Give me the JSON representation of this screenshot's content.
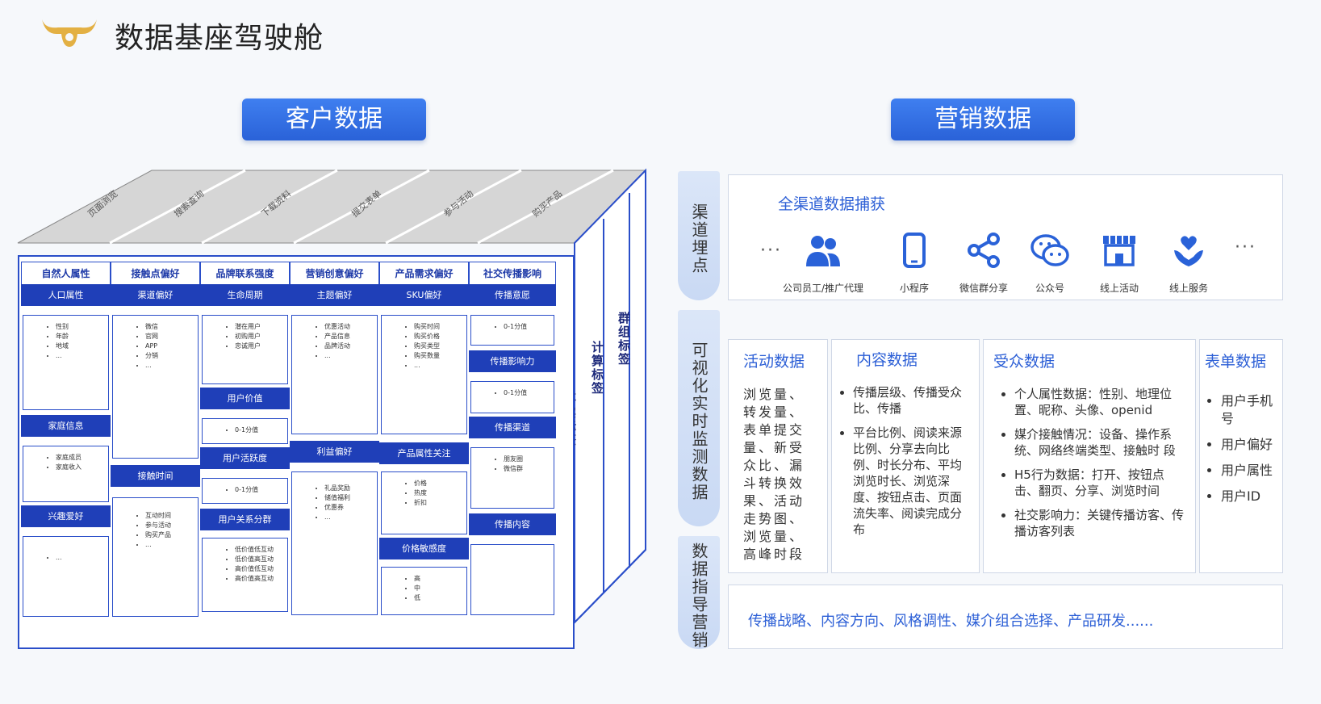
{
  "header": {
    "title": "数据基座驾驶舱"
  },
  "left": {
    "title": "客户数据"
  },
  "right": {
    "title": "营销数据"
  },
  "cube": {
    "top_labels": [
      "页面浏览",
      "搜索查询",
      "下载资料",
      "提交表单",
      "参与活动",
      "购买产品"
    ],
    "side_tags": [
      "群组标签",
      "计算标签",
      "事实标签"
    ],
    "columns": [
      {
        "head": "自然人属性",
        "bar1": "人口属性",
        "items1": [
          "性别",
          "年龄",
          "地域",
          "..."
        ],
        "bar2": "家庭信息",
        "items2": [
          "家庭成员",
          "家庭收入"
        ],
        "bar3": "兴趣爱好",
        "items3": [
          "..."
        ]
      },
      {
        "head": "接触点偏好",
        "bar1": "渠道偏好",
        "items1": [
          "微信",
          "官网",
          "APP",
          "分销",
          "..."
        ],
        "bar2": "接触时间",
        "items2": [
          "互动时间",
          "参与活动",
          "购买产品",
          "..."
        ]
      },
      {
        "head": "品牌联系强度",
        "bar1": "生命周期",
        "items1": [
          "潜在用户",
          "初购用户",
          "忠诚用户"
        ],
        "bar2": "用户价值",
        "items2": [
          "0-1分值"
        ],
        "bar3": "用户活跃度",
        "items3": [
          "0-1分值"
        ],
        "bar4": "用户关系分群",
        "items4": [
          "低价值低互动",
          "低价值高互动",
          "高价值低互动",
          "高价值高互动"
        ]
      },
      {
        "head": "营销创意偏好",
        "bar1": "主题偏好",
        "items1": [
          "优惠活动",
          "产品信息",
          "品牌活动",
          "..."
        ],
        "bar2": "利益偏好",
        "items2": [
          "礼品奖励",
          "储值福利",
          "优惠券",
          "..."
        ]
      },
      {
        "head": "产品需求偏好",
        "bar1": "SKU偏好",
        "items1": [
          "购买时间",
          "购买价格",
          "购买类型",
          "购买数量",
          "..."
        ],
        "bar2": "产品属性关注",
        "items2": [
          "价格",
          "热度",
          "折扣"
        ],
        "bar3": "价格敏感度",
        "items3": [
          "高",
          "中",
          "低"
        ]
      },
      {
        "head": "社交传播影响",
        "bar1": "传播意愿",
        "items1": [
          "0-1分值"
        ],
        "bar2": "传播影响力",
        "items2": [
          "0-1分值"
        ],
        "bar3": "传播渠道",
        "items3": [
          "朋友圈",
          "微信群"
        ],
        "bar4": "传播内容"
      }
    ]
  },
  "pills": {
    "p1": "渠道埋点",
    "p2": "可视化实时监测数据",
    "p3": "数据指导营销"
  },
  "channels": {
    "title": "全渠道数据捕获",
    "items": [
      {
        "label": "公司员工/推广代理",
        "icon": "people-icon"
      },
      {
        "label": "小程序",
        "icon": "phone-icon"
      },
      {
        "label": "微信群分享",
        "icon": "share-icon"
      },
      {
        "label": "公众号",
        "icon": "wechat-icon"
      },
      {
        "label": "线上活动",
        "icon": "store-icon"
      },
      {
        "label": "线上服务",
        "icon": "heart-hand-icon"
      }
    ],
    "ellipsis": "···"
  },
  "panels": {
    "activity": {
      "title": "活动数据",
      "text": "浏览量、转发量、表单提交量、新受众比、漏斗转换效果、活动走势图、浏览量、高峰时段"
    },
    "content": {
      "title": "内容数据",
      "items": [
        "传播层级、传播受众比、传播",
        "平台比例、阅读来源比例、分享去向比例、时长分布、平均 浏览时长、浏览深度、按钮点击、页面流失率、阅读完成分布"
      ]
    },
    "audience": {
      "title": "受众数据",
      "items": [
        "个人属性数据：性别、地理位置、昵称、头像、openid",
        "媒介接触情况：设备、操作系统、网络终端类型、接触时 段",
        "H5行为数据：打开、按钮点击、翻页、分享、浏览时间",
        "社交影响力：关键传播访客、传播访客列表"
      ]
    },
    "form": {
      "title": "表单数据",
      "items": [
        "用户手机号",
        "用户偏好",
        "用户属性",
        "用户ID"
      ]
    }
  },
  "bottom": {
    "text": "传播战略、内容方向、风格调性、媒介组合选择、产品研发......"
  }
}
